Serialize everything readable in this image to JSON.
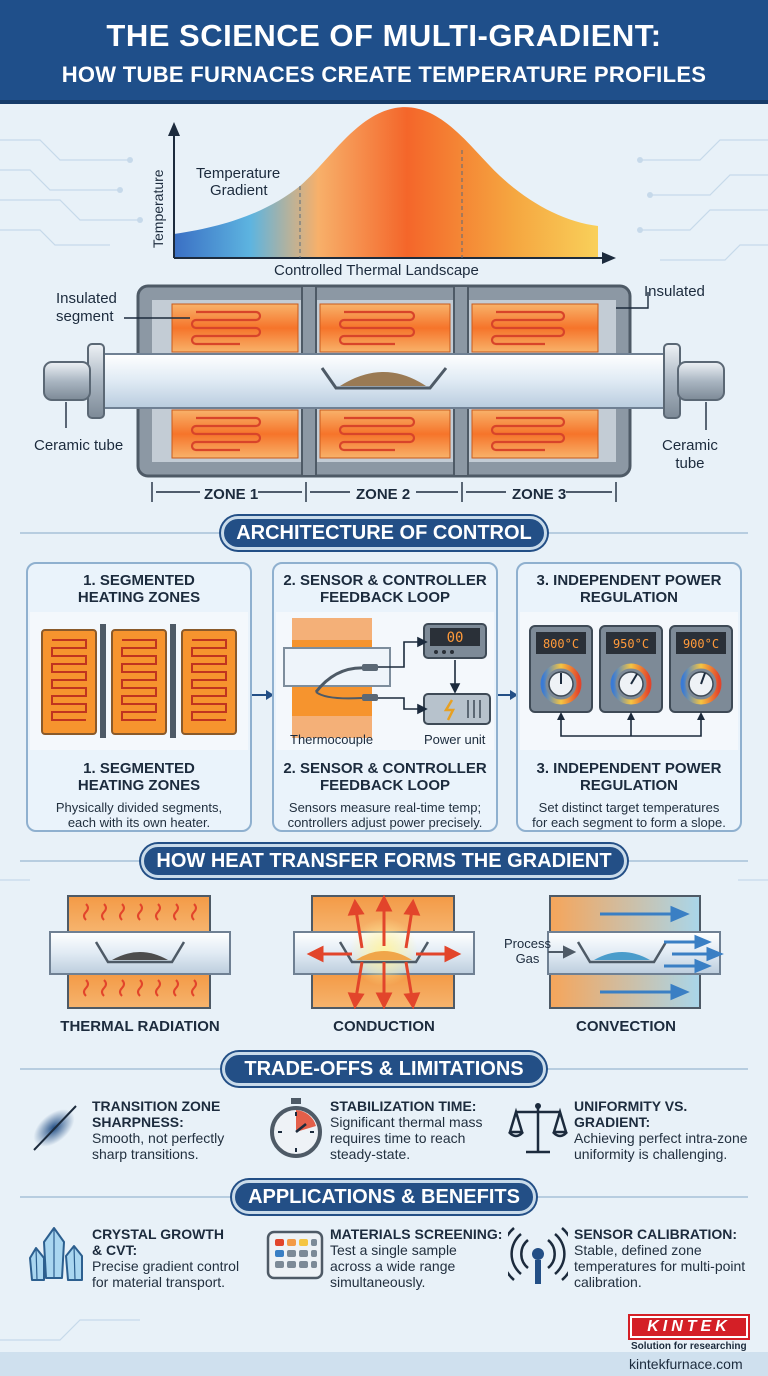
{
  "header": {
    "title": "THE SCIENCE OF MULTI-GRADIENT:",
    "subtitle": "HOW TUBE FURNACES CREATE TEMPERATURE PROFILES"
  },
  "profile": {
    "y_axis_label": "Temperature",
    "annotation": "Temperature Gradient",
    "annotation_line1": "Temperature",
    "annotation_line2": "Gradient",
    "x_caption": "Controlled Thermal Landscape"
  },
  "furnace": {
    "label_insulated_left_1": "Insulated",
    "label_insulated_left_2": "segment",
    "label_insulated_right": "Insulated",
    "label_tube_left": "Ceramic tube",
    "label_tube_right_1": "Ceramic",
    "label_tube_right_2": "tube",
    "zones": [
      "ZONE 1",
      "ZONE 2",
      "ZONE 3"
    ]
  },
  "architecture": {
    "heading": "ARCHITECTURE OF CONTROL",
    "cards": [
      {
        "title_1": "1. SEGMENTED",
        "title_2": "HEATING ZONES",
        "desc_1": "Physically divided segments,",
        "desc_2": "each with its own heater."
      },
      {
        "title_1": "2. SENSOR & CONTROLLER",
        "title_2": "FEEDBACK LOOP",
        "desc_1": "Sensors measure real-time temp;",
        "desc_2": "controllers adjust power precisely.",
        "label_thermocouple": "Thermocouple",
        "label_power": "Power unit",
        "display": "00"
      },
      {
        "title_1": "3. INDEPENDENT POWER",
        "title_2": "REGULATION",
        "desc_1": "Set distinct target temperatures",
        "desc_2": "for each segment to form a slope.",
        "displays": [
          "800°C",
          "950°C",
          "900°C"
        ]
      }
    ]
  },
  "heat_transfer": {
    "heading": "HOW HEAT TRANSFER FORMS THE GRADIENT",
    "modes": [
      "THERMAL RADIATION",
      "CONDUCTION",
      "CONVECTION"
    ],
    "gas_label_1": "Process",
    "gas_label_2": "Gas"
  },
  "tradeoffs": {
    "heading": "TRADE-OFFS & LIMITATIONS",
    "items": [
      {
        "icon": "blurred-line-icon",
        "h1": "TRANSITION ZONE",
        "h2": "SHARPNESS:",
        "d1": "Smooth, not perfectly",
        "d2": "sharp transitions.",
        "d3": ""
      },
      {
        "icon": "stopwatch-icon",
        "h1": "STABILIZATION TIME:",
        "h2": "",
        "d1": "Significant thermal mass",
        "d2": "requires time to reach",
        "d3": "steady-state."
      },
      {
        "icon": "balance-scale-icon",
        "h1": "UNIFORMITY VS.",
        "h2": "GRADIENT:",
        "d1": "Achieving perfect intra-zone",
        "d2": "uniformity is challenging.",
        "d3": ""
      }
    ]
  },
  "applications": {
    "heading": "APPLICATIONS & BENEFITS",
    "items": [
      {
        "icon": "crystal-icon",
        "h1": "CRYSTAL GROWTH",
        "h2": "& CVT:",
        "d1": "Precise gradient control",
        "d2": "for material transport.",
        "d3": ""
      },
      {
        "icon": "sample-grid-icon",
        "h1": "MATERIALS SCREENING:",
        "h2": "",
        "d1": "Test a single sample",
        "d2": "across a wide range",
        "d3": "simultaneously."
      },
      {
        "icon": "sensor-signal-icon",
        "h1": "SENSOR CALIBRATION:",
        "h2": "",
        "d1": "Stable, defined zone",
        "d2": "temperatures for multi-point",
        "d3": "calibration."
      }
    ]
  },
  "brand": {
    "logo_text": "KINTEK",
    "tagline": "Solution for researching",
    "url": "kintekfurnace.com"
  },
  "colors": {
    "header_bg": "#1f4f8a",
    "heater_orange": "#f57e2c",
    "coil_red": "#d8442a",
    "brand_red": "#d41f26"
  }
}
